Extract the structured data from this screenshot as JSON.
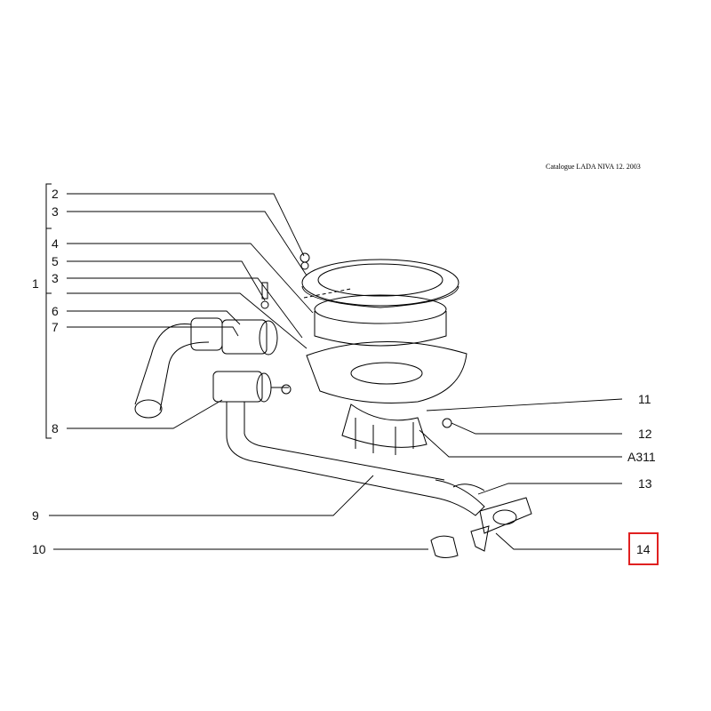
{
  "header": {
    "catalogue": "Catalogue LADA NIVA 12. 2003"
  },
  "group_label": "1",
  "callouts_left": [
    "2",
    "3",
    "4",
    "5",
    "3",
    "6",
    "7",
    "8",
    "9",
    "10"
  ],
  "callouts_right": [
    "11",
    "12",
    "A311",
    "13",
    "14"
  ],
  "highlighted_callout": "14",
  "colors": {
    "highlight": "#e02020",
    "line": "#000000"
  }
}
